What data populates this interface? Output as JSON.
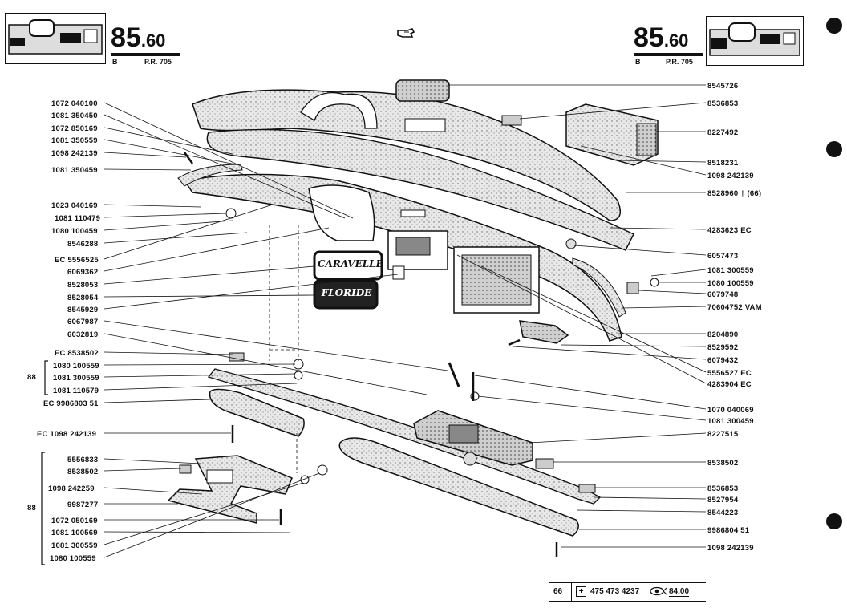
{
  "header": {
    "page_number_main": "85",
    "page_number_sub": ".60",
    "variant": "B",
    "reference": "P.R. 705",
    "hand_icon": "pointing-hand-icon"
  },
  "labels_left": [
    "1072 040100",
    "1081 350450",
    "1072 850169",
    "1081 350559",
    "1098 242139",
    "1081 350459",
    "1023 040169",
    "1081 110479",
    "1080 100459",
    "8546288",
    "EC 5556525",
    "6069362",
    "8528053",
    "8528054",
    "8545929",
    "6067987",
    "6032819",
    "EC 8538502",
    "1080 100559",
    "1081 300559",
    "1081 110579",
    "EC 9986803 51",
    "EC 1098 242139",
    "5556833",
    "8538502",
    "1098 242259",
    "9987277",
    "1072 050169",
    "1081 100569",
    "1081 300559",
    "1080 100559"
  ],
  "labels_right": [
    "8545726",
    "8536853",
    "8227492",
    "8518231",
    "1098 242139",
    "8528960 † (66)",
    "4283623 EC",
    "6057473",
    "1081 300559",
    "1080 100559",
    "6079748",
    "70604752 VAM",
    "8204890",
    "8529592",
    "6079432",
    "5556527 EC",
    "4283904 EC",
    "1070 040069",
    "1081 300459",
    "8227515",
    "8538502",
    "8536853",
    "8527954",
    "8544223",
    "9986804 51",
    "1098 242139"
  ],
  "group_markers": [
    "88",
    "88"
  ],
  "nameplates": [
    "CARAVELLE",
    "FLORIDE"
  ],
  "footer": {
    "page": "66",
    "code": "475 473 4237",
    "ref": "84.00",
    "eye_icon": "eye-icon",
    "cross_icon": "boxed-cross-icon"
  }
}
